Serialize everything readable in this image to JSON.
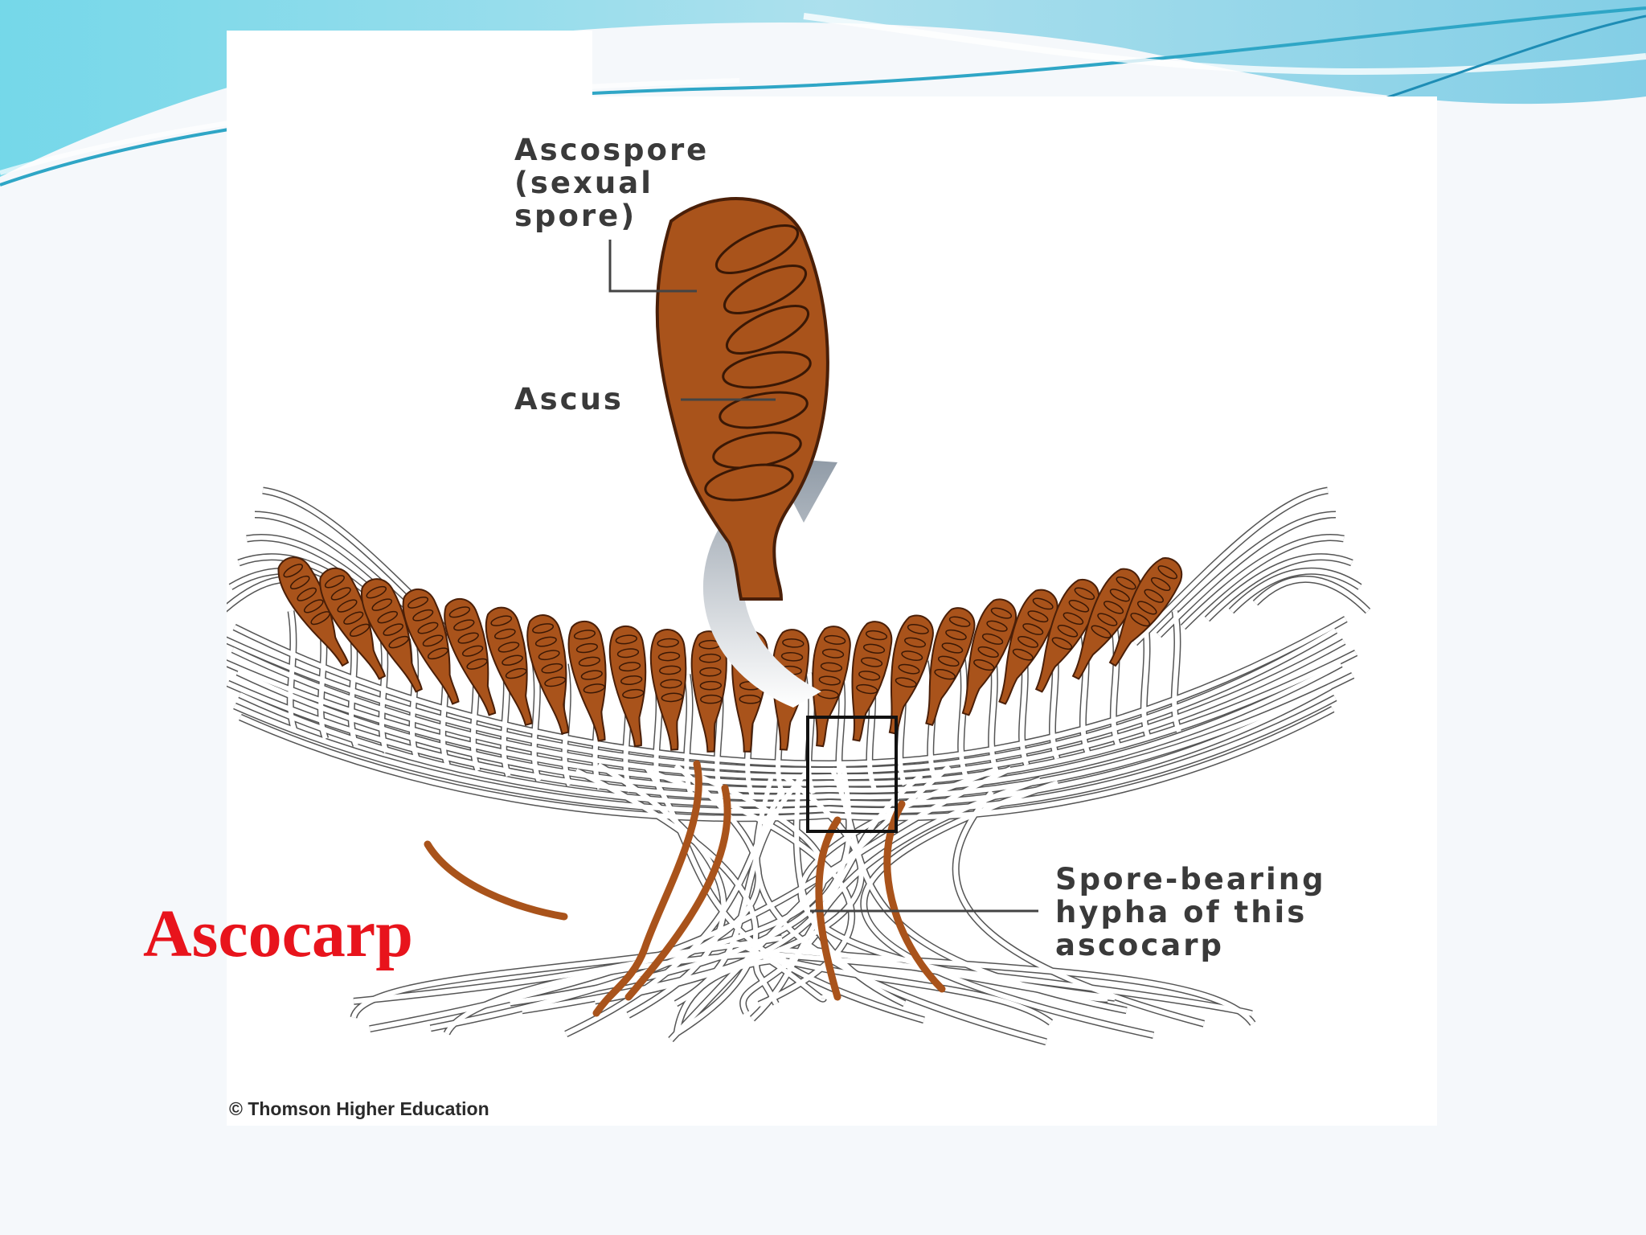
{
  "slide": {
    "title": "Ascocarp",
    "title_color": "#e8141c",
    "accent_colors": [
      "#5fd3e3",
      "#a9e3ee",
      "#2aa7c7"
    ]
  },
  "diagram": {
    "labels": {
      "ascospore": "Ascospore\n(sexual\nspore)",
      "ascus": "Ascus",
      "hypha": "Spore-bearing\nhypha of this\nascocarp"
    },
    "credit": "© Thomson Higher Education",
    "colors": {
      "ascus_fill": "#a9531b",
      "ascus_outline": "#4a1f08",
      "hypha_stroke": "#555555",
      "arrow": "#8f9aa6"
    }
  }
}
